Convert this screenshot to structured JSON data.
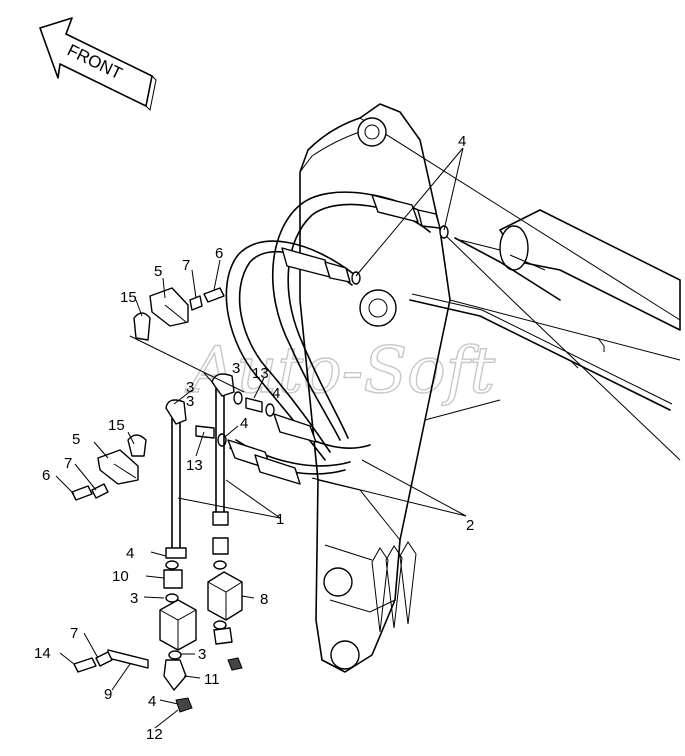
{
  "direction_label": "FRONT",
  "watermark": "Auto-Soft",
  "callouts": {
    "c1": "1",
    "c2": "2",
    "c3": "3",
    "c4": "4",
    "c5": "5",
    "c6": "6",
    "c7": "7",
    "c8": "8",
    "c9": "9",
    "c10": "10",
    "c11": "11",
    "c12": "12",
    "c13": "13",
    "c14": "14",
    "c15": "15"
  },
  "colors": {
    "line": "#000000",
    "background": "#ffffff",
    "watermark": "#c8c8c8"
  }
}
